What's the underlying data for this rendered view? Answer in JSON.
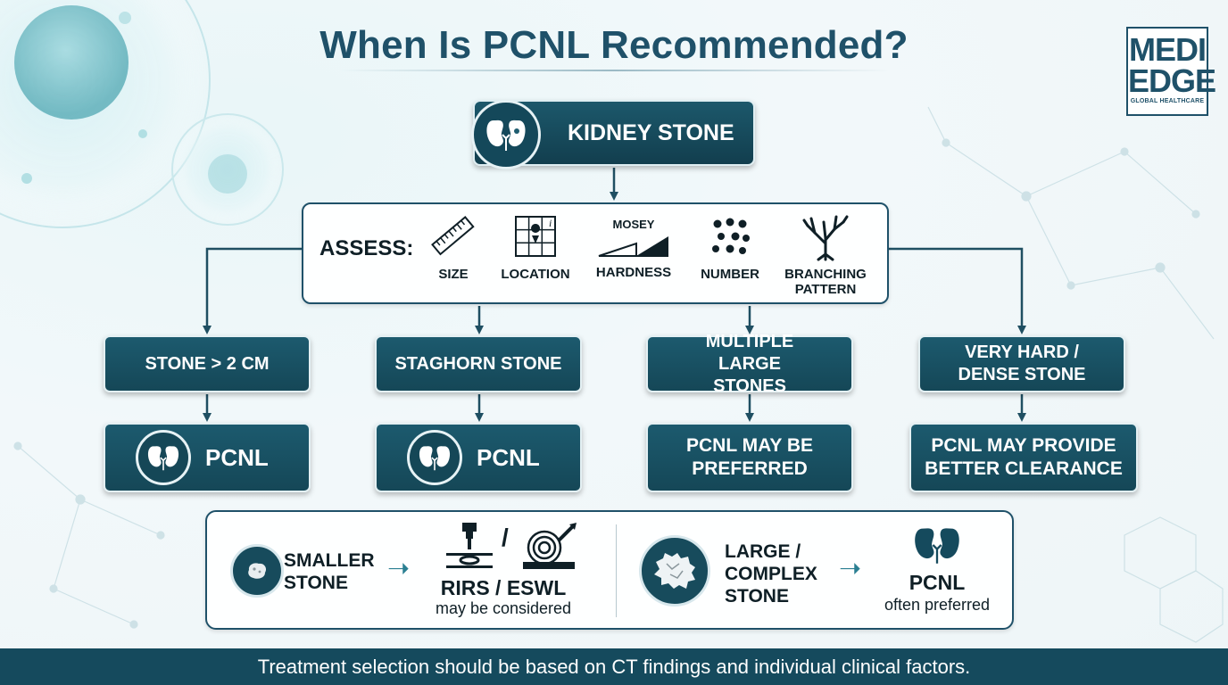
{
  "title": "When Is PCNL Recommended?",
  "logo": {
    "line1": "MEDI",
    "line2": "EDGE",
    "tagline": "GLOBAL HEALTHCARE"
  },
  "root": {
    "label": "KIDNEY STONE"
  },
  "assess": {
    "label": "ASSESS:",
    "criteria": [
      {
        "label": "SIZE"
      },
      {
        "label": "LOCATION"
      },
      {
        "label": "HARDNESS",
        "scale_label": "MOSEY"
      },
      {
        "label": "NUMBER"
      },
      {
        "label": "BRANCHING PATTERN"
      }
    ]
  },
  "conditions": [
    {
      "label": "STONE > 2 CM"
    },
    {
      "label": "STAGHORN STONE"
    },
    {
      "label": "MULTIPLE LARGE STONES"
    },
    {
      "label": "VERY HARD / DENSE STONE"
    }
  ],
  "results": [
    {
      "label": "PCNL"
    },
    {
      "label": "PCNL"
    },
    {
      "label": "PCNL MAY BE PREFERRED"
    },
    {
      "label": "PCNL MAY PROVIDE BETTER CLEARANCE"
    }
  ],
  "comparison": {
    "small": {
      "label": "SMALLER STONE",
      "option": "RIRS / ESWL",
      "note": "may be considered",
      "separator": "/"
    },
    "large": {
      "label": "LARGE / COMPLEX STONE",
      "option": "PCNL",
      "note": "often preferred"
    }
  },
  "footer": "Treatment selection should be based on CT findings and individual clinical factors.",
  "colors": {
    "primary": "#1c5a6e",
    "accent": "#2a7f92",
    "text": "#0f1f26"
  }
}
